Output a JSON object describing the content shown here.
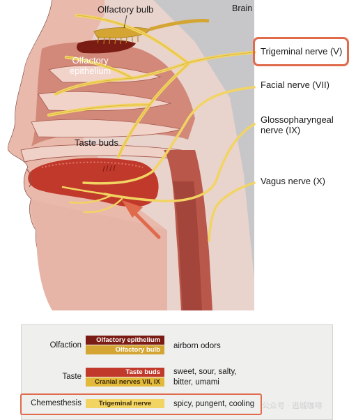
{
  "labels": {
    "brain": "Brain",
    "olfactory_bulb": "Olfactory bulb",
    "olfactory_epithelium_line1": "Olfactory",
    "olfactory_epithelium_line2": "epithelium",
    "taste_buds": "Taste buds",
    "trigeminal": "Trigeminal nerve (V)",
    "facial": "Facial nerve (VII)",
    "glosso_line1": "Glossopharyngeal",
    "glosso_line2": "nerve (IX)",
    "vagus": "Vagus nerve (X)"
  },
  "legend": {
    "olfaction": {
      "label": "Olfaction",
      "swatch1": "Olfactory epithelium",
      "swatch2": "Olfactory bulb",
      "desc": "airborn odors"
    },
    "taste": {
      "label": "Taste",
      "swatch1": "Taste buds",
      "swatch2": "Cranial nerves VII, IX",
      "desc_line1": "sweet, sour, salty,",
      "desc_line2": "bitter, umami"
    },
    "chemesthesis": {
      "label": "Chemesthesis",
      "swatch1": "Trigeminal nerve",
      "desc": "spicy, pungent, cooling"
    }
  },
  "watermark": "公众号 · 逃城咖啡",
  "colors": {
    "nerve": "#f2d463",
    "nerve_outline": "#c9a227",
    "epithelium": "#7a1c14",
    "bulb": "#d4a533",
    "taste_bud_red": "#c0392b",
    "tissue_pink": "#e8b4a8",
    "tissue_dark": "#b9584a",
    "brain_gray": "#c7c7c9",
    "highlight": "#e06a4c"
  }
}
